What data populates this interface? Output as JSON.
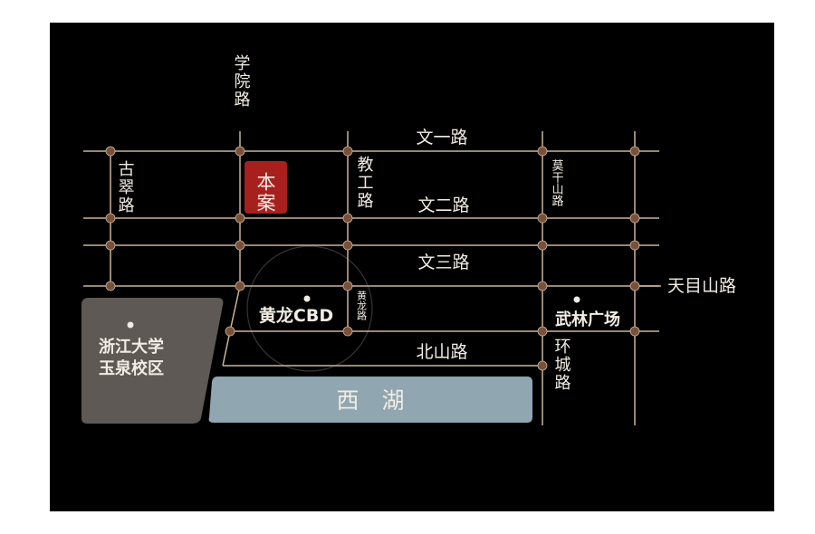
{
  "map": {
    "colors": {
      "background": "#000000",
      "road": "#c9b49a",
      "node": "#7a5038",
      "campus": "#5f5955",
      "lake": "#90a6b0",
      "project_marker": "#a8201d",
      "text": "#f1ece4"
    },
    "roads": {
      "xueyuan": "学院路",
      "gucui": "古翠路",
      "jiaogong": "教工路",
      "moganshan": "莫干山路",
      "wenyi": "文一路",
      "wener": "文二路",
      "wensan": "文三路",
      "tianmushan": "天目山路",
      "huanglong": "黄龙路",
      "beishan": "北山路",
      "huancheng": "环城路"
    },
    "places": {
      "project": "本案",
      "huanglong_cbd": "黄龙CBD",
      "wulin_square": "武林广场",
      "campus_line1": "浙江大学",
      "campus_line2": "玉泉校区",
      "west_lake": "西　湖"
    }
  }
}
